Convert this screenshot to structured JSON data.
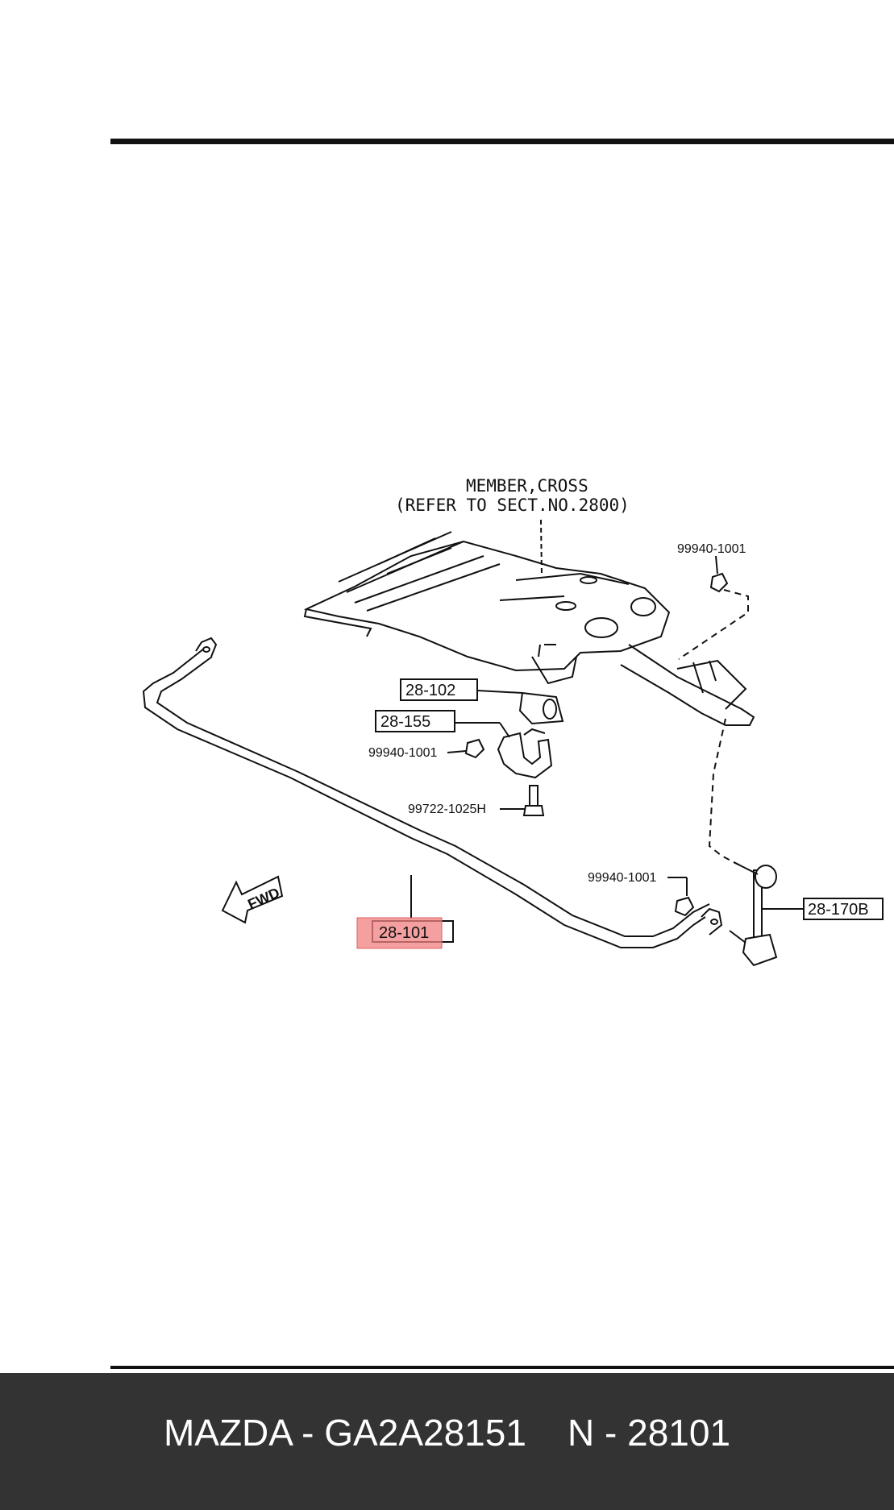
{
  "diagram": {
    "member_title_line1": "MEMBER,CROSS",
    "member_title_line2": "(REFER TO SECT.NO.2800)",
    "fwd_label": "FWD",
    "labels": {
      "nut_top_right": "99940-1001",
      "part_28_102": "28-102",
      "part_28_155": "28-155",
      "nut_mid": "99940-1001",
      "bolt": "99722-1025H",
      "nut_lower_right": "99940-1001",
      "part_28_170b": "28-170B",
      "part_28_101": "28-101"
    },
    "highlight_color": "#f08080"
  },
  "footer": {
    "text": "MAZDA - GA2A28151    N - 28101"
  }
}
